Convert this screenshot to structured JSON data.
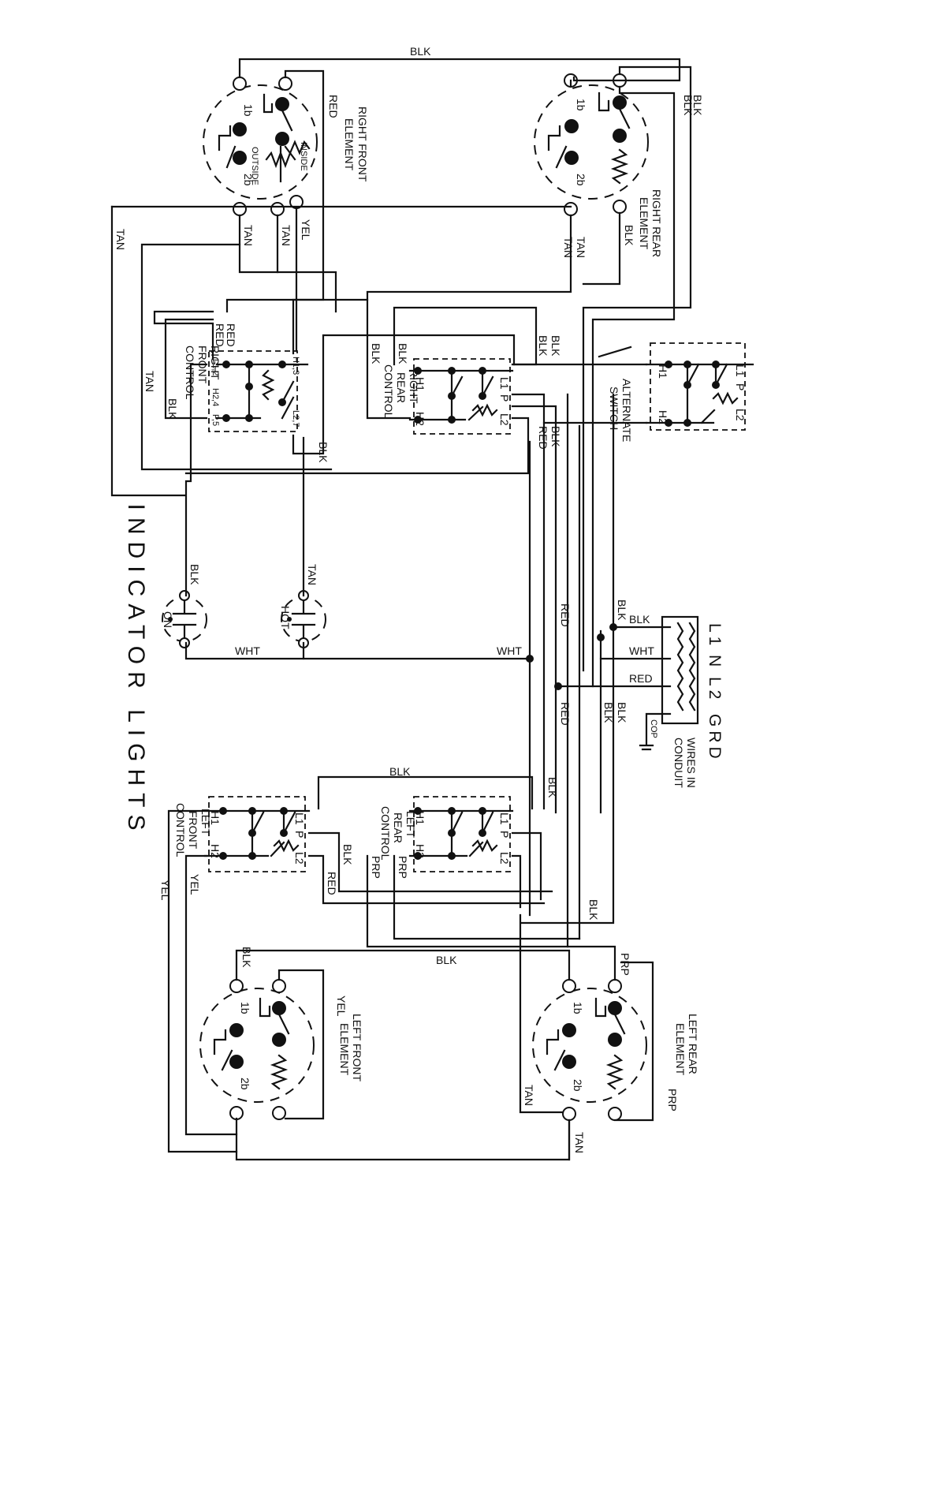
{
  "title": "INDICATOR LIGHTS",
  "elements": {
    "right_front": {
      "line1": "RIGHT FRONT",
      "line2": "ELEMENT"
    },
    "right_rear": {
      "line1": "RIGHT REAR",
      "line2": "ELEMENT"
    },
    "left_front": {
      "line1": "LEFT FRONT",
      "line2": "ELEMENT"
    },
    "left_rear": {
      "line1": "LEFT REAR",
      "line2": "ELEMENT"
    },
    "terminal_1b": "1b",
    "terminal_2b": "2b",
    "inside": "INSIDE",
    "outside": "OUTSIDE"
  },
  "controls": {
    "right_front": {
      "line1": "RIGHT",
      "line2": "FRONT",
      "line3": "CONTROL"
    },
    "right_rear": {
      "line1": "RIGHT",
      "line2": "REAR",
      "line3": "CONTROL"
    },
    "left_front": {
      "line1": "LEFT",
      "line2": "FRONT",
      "line3": "CONTROL"
    },
    "left_rear": {
      "line1": "LEFT",
      "line2": "REAR",
      "line3": "CONTROL"
    },
    "alternate_switch": {
      "line1": "ALTERNATE",
      "line2": "SWITCH"
    },
    "pins": {
      "h1": "H1",
      "h2": "H2",
      "l1": "L1",
      "l2": "L2",
      "p": "P",
      "h1_3": "H1,3",
      "h2_4": "H2,4",
      "l1_2": "L1,2",
      "p_5": "P,5",
      "l2_7": "L2,7"
    }
  },
  "lights": {
    "on": "ON",
    "hot": "HOT"
  },
  "supply": {
    "l1": "L1",
    "n": "N",
    "l2": "L2",
    "grd": "GRD",
    "conduit_line1": "WIRES IN",
    "conduit_line2": "CONDUIT",
    "cop": "COP"
  },
  "wires": {
    "blk": "BLK",
    "red": "RED",
    "tan": "TAN",
    "yel": "YEL",
    "wht": "WHT",
    "prp": "PRP"
  }
}
